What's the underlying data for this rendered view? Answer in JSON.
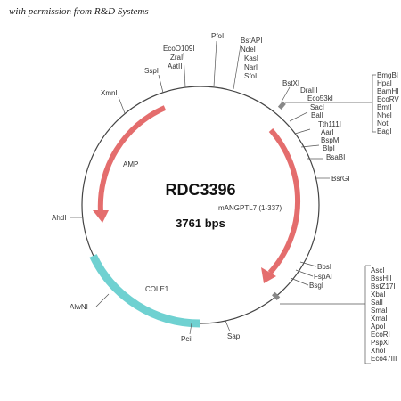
{
  "credit": "with permission from R&D Systems",
  "plasmid": {
    "name": "RDC3396",
    "insert": "mANGPTL7 (1-337)",
    "size": "3761 bps"
  },
  "features": [
    {
      "name": "AMP",
      "color": "#e46d6d"
    },
    {
      "name": "COLE1",
      "color": "#6fd1d1"
    },
    {
      "name": "insert-arrow",
      "color": "#e46d6d"
    }
  ],
  "sites": [
    "PfoI",
    "BstAPI",
    "NdeI",
    "KasI",
    "NarI",
    "SfoI",
    "EcoO109I",
    "ZraI",
    "AatII",
    "SspI",
    "XmnI",
    "BstXI",
    "DraIII",
    "Eco53kI",
    "SacI",
    "BalI",
    "Tth111I",
    "AarI",
    "BspMI",
    "BlpI",
    "BsaBI",
    "BsrGI",
    "AhdI",
    "AlwNI",
    "PciI",
    "SapI",
    "BsgI",
    "FspAI",
    "BbsI"
  ],
  "mcs_top": [
    "BmgBI",
    "HpaI",
    "BamHI",
    "EcoRV",
    "BmtI",
    "NheI",
    "NotI",
    "EagI"
  ],
  "mcs_bottom": [
    "AscI",
    "BssHII",
    "BstZ17I",
    "XbaI",
    "SalI",
    "SmaI",
    "XmaI",
    "ApoI",
    "EcoRI",
    "PspXI",
    "XhoI",
    "Eco47III"
  ]
}
